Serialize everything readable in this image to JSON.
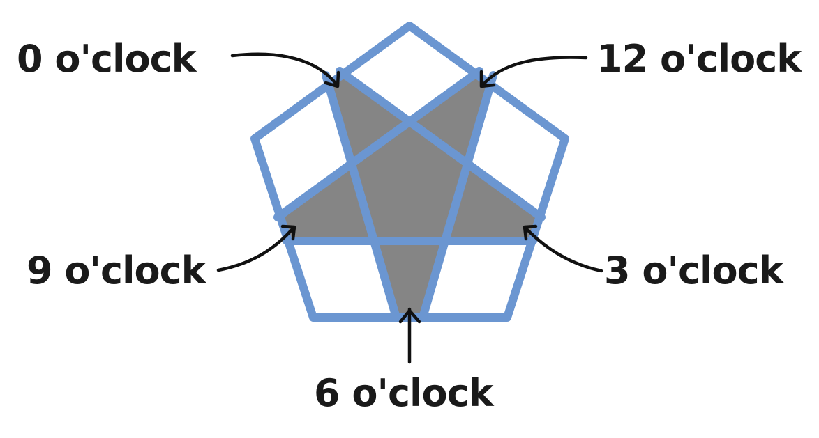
{
  "labels": {
    "zero": "0 o'clock",
    "twelve": "12 o'clock",
    "nine": "9 o'clock",
    "three": "3 o'clock",
    "six": "6 o'clock"
  },
  "colors": {
    "line": "#6b96d1",
    "fill": "#858585",
    "background": "#ffffff",
    "text": "#1a1a1a"
  }
}
